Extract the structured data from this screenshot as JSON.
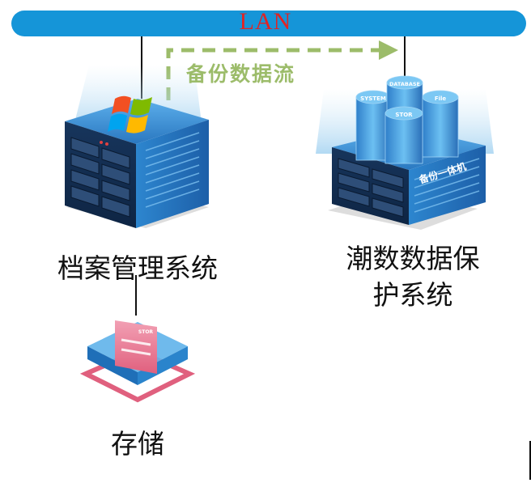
{
  "network": {
    "label": "LAN"
  },
  "flow": {
    "label": "备份数据流",
    "color": "#9cbc6a"
  },
  "nodes": {
    "archive_system": {
      "label": "档案管理系统"
    },
    "protection_system": {
      "label_line1": "潮数数据保",
      "label_line2": "护系统"
    },
    "storage": {
      "label": "存储",
      "tag": "STOR"
    }
  },
  "appliance_tags": {
    "system": "SYSTEM",
    "database": "DATABASE",
    "file": "File",
    "stor": "STOR",
    "side_text": "备份一体机"
  },
  "colors": {
    "lan_bar": "#1595d8",
    "lan_text": "#e02424",
    "server_blue": "#1d5fa8",
    "storage_pink": "#e0607e"
  }
}
